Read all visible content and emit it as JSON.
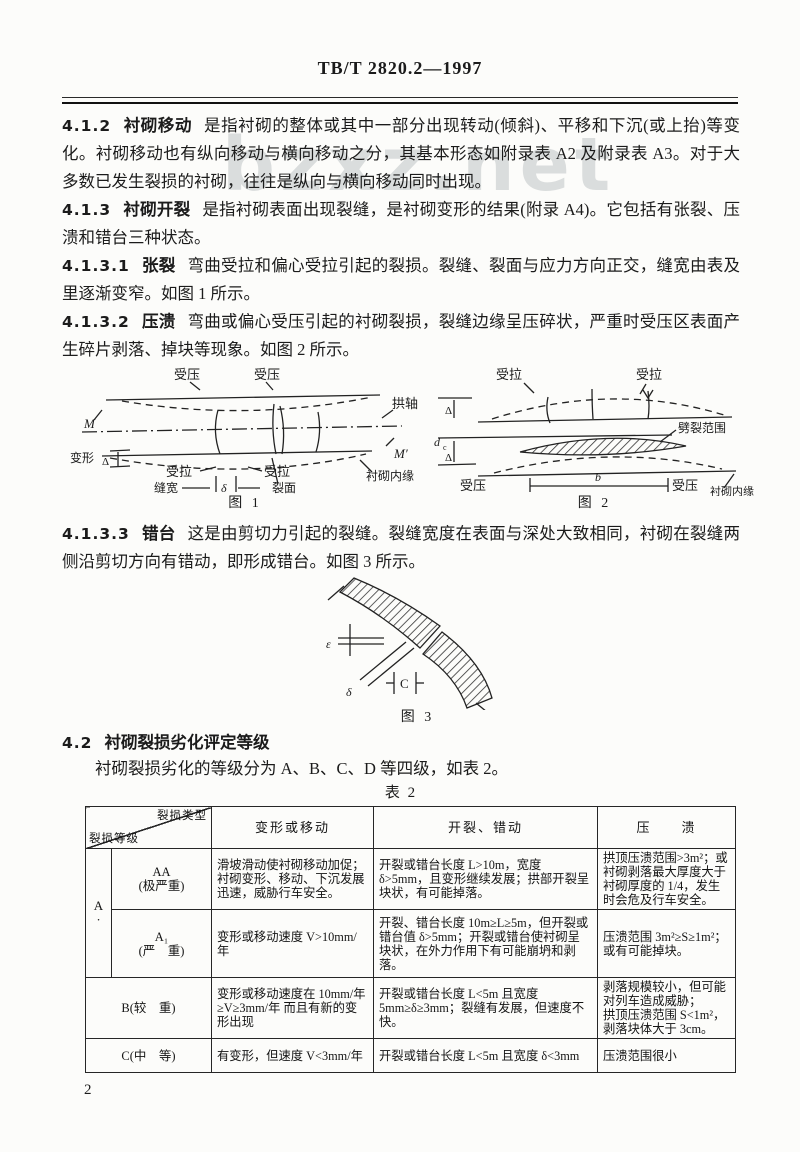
{
  "page": {
    "number": "2",
    "watermark": "bzxz.net"
  },
  "header": {
    "doc_code": "TB/T 2820.2—1997"
  },
  "paragraphs": {
    "p412": {
      "num": "4.1.2",
      "term": "衬砌移动",
      "body": "是指衬砌的整体或其中一部分出现转动(倾斜)、平移和下沉(或上抬)等变化。衬砌移动也有纵向移动与横向移动之分，其基本形态如附录表 A2 及附录表 A3。对于大多数已发生裂损的衬砌，往往是纵向与横向移动同时出现。"
    },
    "p413": {
      "num": "4.1.3",
      "term": "衬砌开裂",
      "body": "是指衬砌表面出现裂缝，是衬砌变形的结果(附录 A4)。它包括有张裂、压溃和错台三种状态。"
    },
    "p4131": {
      "num": "4.1.3.1",
      "term": "张裂",
      "body": "弯曲受拉和偏心受拉引起的裂损。裂缝、裂面与应力方向正交，缝宽由表及里逐渐变窄。如图 1 所示。"
    },
    "p4132": {
      "num": "4.1.3.2",
      "term": "压溃",
      "body": "弯曲或偏心受压引起的衬砌裂损，裂缝边缘呈压碎状，严重时受压区表面产生碎片剥落、掉块等现象。如图 2 所示。"
    },
    "p4133": {
      "num": "4.1.3.3",
      "term": "错台",
      "body": "这是由剪切力引起的裂缝。裂缝宽度在表面与深处大致相同，衬砌在裂缝两侧沿剪切方向有错动，即形成错台。如图 3 所示。"
    },
    "s42": {
      "num": "4.2",
      "title": "衬砌裂损劣化评定等级",
      "body": "衬砌裂损劣化的等级分为 A、B、C、D 等四级，如表 2。"
    }
  },
  "figures": {
    "fig1": {
      "caption": "图 1",
      "labels": {
        "compress_left": "受压",
        "compress_right": "受压",
        "arch_axis": "拱轴",
        "m": "M",
        "m_prime": "M′",
        "deform": "变形",
        "delta_cap": "Δ",
        "tension_left": "受拉",
        "tension_right": "受拉",
        "lining_edge": "衬砌内缘",
        "crack_width": "缝宽",
        "delta": "δ",
        "crack_face": "裂面"
      }
    },
    "fig2": {
      "caption": "图 2",
      "labels": {
        "tension_left": "受拉",
        "tension_right": "受拉",
        "delta_top": "Δ",
        "d_main": "d",
        "d_sub": "c",
        "delta_bottom": "Δ",
        "split_range": "劈裂范围",
        "compress_left": "受压",
        "b": "b",
        "compress_right": "受压",
        "lining_edge": "衬砌内缘"
      }
    },
    "fig3": {
      "caption": "图 3",
      "labels": {
        "epsilon": "ε",
        "delta": "δ",
        "c": "C"
      }
    }
  },
  "table2": {
    "caption": "表 2",
    "corner": {
      "top": "裂损类型",
      "bottom": "裂损等级"
    },
    "columns": [
      "变形或移动",
      "开裂、错动",
      "压　　溃"
    ],
    "group_a": {
      "label": "A",
      "dot": "·"
    },
    "rows": [
      {
        "grade": "AA",
        "grade_sub": "(极严重)",
        "move": "滑坡滑动使衬砌移动加促；\n衬砌变形、移动、下沉发展迅速，威胁行车安全。",
        "crack": "开裂或错台长度 L>10m，宽度 δ>5mm，且变形继续发展；拱部开裂呈块状，有可能掉落。",
        "crush": "拱顶压溃范围>3m²；或衬砌剥落最大厚度大于衬砌厚度的 1/4，发生时会危及行车安全。"
      },
      {
        "grade": "A₁",
        "grade_sub": "(严　重)",
        "move": "变形或移动速度 V>10mm/年",
        "crack": "开裂、错台长度 10m≥L≥5m，但开裂或错台值 δ>5mm；开裂或错台使衬砌呈块状，在外力作用下有可能崩坍和剥落。",
        "crush": "压溃范围 3m²≥S≥1m²；或有可能掉块。"
      },
      {
        "grade": "B(较　重)",
        "move": "变形或移动速度在 10mm/年≥V≥3mm/年 而且有新的变形出现",
        "crack": "开裂或错台长度 L<5m 且宽度 5mm≥δ≥3mm；裂缝有发展，但速度不快。",
        "crush": "剥落规模较小，但可能对列车造成威胁；\n拱顶压溃范围 S<1m²，剥落块体大于 3cm。"
      },
      {
        "grade": "C(中　等)",
        "move": "有变形，但速度 V<3mm/年",
        "crack": "开裂或错台长度 L<5m 且宽度 δ<3mm",
        "crush": "压溃范围很小"
      }
    ]
  }
}
